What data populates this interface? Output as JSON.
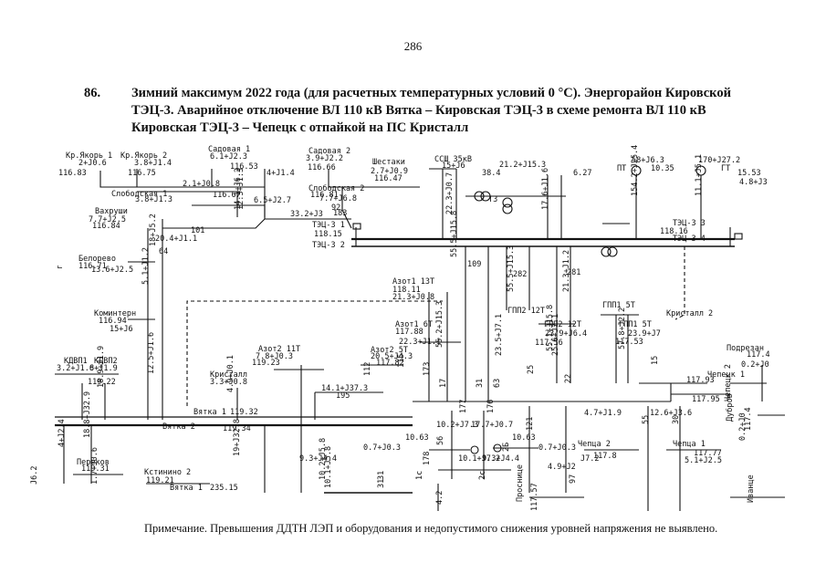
{
  "page_number": "286",
  "heading": {
    "number": "86.",
    "lines": [
      "Зимний максимум 2022 года (для расчетных температурных условий 0 °С). Энергорайон Кировской",
      "ТЭЦ-3. Аварийное отключение ВЛ 110 кВ Вятка – Кировская ТЭЦ-3 в схеме ремонта ВЛ 110 кВ",
      "Кировская ТЭЦ-3 – Чепецк с отпайкой на ПС Кристалл"
    ]
  },
  "note": "Примечание. Превышения ДДТН ЛЭП и оборудования и недопустимого снижения уровней напряжения не выявлено.",
  "diagram": {
    "labels": [
      "Кр.Якорь 1",
      "2+J0.6",
      "116.83",
      "Кр.Якорь 2",
      "3.8+J1.4",
      "116.75",
      "Садовая 1",
      "6.1+J2.3",
      "116.53",
      "Садовая 2",
      "3.9+J2.2",
      "116.66",
      "Шестаки",
      "2.7+J0.9",
      "116.47",
      "4+J1.4",
      "2.1+J0.8",
      "Слободская 1",
      "3.8+J1.3",
      "116.67",
      "Слободская 2",
      "116.81",
      "6.5+J2.7",
      "7.7+J6.8",
      "92",
      "Вахруши",
      "7.7+J2.5",
      "116.84",
      "101",
      "20.4+J1.1",
      "33.2+J3",
      "183",
      "ТЭЦ-3 1",
      "118.15",
      "ТЭЦ-3 2",
      "ССШ 35кВ",
      "15+J6",
      "38.4",
      "Т3",
      "21.2+J15.3",
      "6.27",
      "58+J6.3",
      "ПТ",
      "10.35",
      "170+J27.2",
      "ГТ",
      "15.53",
      "4.8+J3",
      "ТЭЦ-3 3",
      "118.16",
      "ТЭЦ-3 4",
      "Белорево",
      "116.71",
      "13.6+J2.5",
      "64",
      "Азот1 13Т",
      "118.11",
      "21.3+J0.8",
      "109",
      "282",
      "281",
      "ГПП2 12Т",
      "ГПП1 5Т",
      "Коминтерн",
      "116.94",
      "15+J6",
      "Азот1 6Т",
      "117.88",
      "22.3+J1.1",
      "ГПП2 12Т",
      "23.9+J6.4",
      "117.56",
      "ГПП1 5Т",
      "23.9+J7",
      "117.53",
      "Кристалл 2",
      "Азот2 11Т",
      "7.8+J0.3",
      "119.23",
      "Азот2 5Т",
      "20.5+J4.3",
      "117.82",
      "Кристалл",
      "3.3+J0.8",
      "14.1+J37.3",
      "195",
      "КДВП1",
      "КДВП2",
      "3.2+J1.6",
      "8+J1.9",
      "119.22",
      "Вятка 1",
      "119.32",
      "Вятка 2",
      "119.34",
      "Вятка 1",
      "235.15",
      "Переков",
      "119.31",
      "Кстинино 2",
      "119.21",
      "10.63",
      "0.7+J0.3",
      "10.63",
      "0.7+J0.3",
      "Чепца 2",
      "117.8",
      "4.9+J2",
      "Чепца 1",
      "117.77",
      "5.1+J2.5",
      "Подрезан",
      "117.4",
      "0.2+J0",
      "Чепецк 1",
      "117.93",
      "117.95",
      "Чепецк 2",
      "Дубров",
      "117.4",
      "0.2+J0",
      "10.2+J5.8",
      "31",
      "10.1+J5.8",
      "31",
      "1с",
      "2с",
      "2Б",
      "Проснице",
      "117.57",
      "Иванце",
      "1.7+J0.6",
      "J6.2",
      "г",
      "4.2",
      "115",
      "112",
      "173",
      "177",
      "176",
      "178",
      "121",
      "63",
      "56",
      "55",
      "30",
      "97",
      "22",
      "15",
      "17",
      "31",
      "25",
      "4.9+J0.1",
      "14.1+J6.2",
      "22.3+J0.7",
      "55.5+J15.8",
      "55.5+J15.3",
      "21.3+J1.2",
      "55.2+J15.3",
      "23.5+J7.1",
      "55.1+J15.8",
      "25.6+J7.1",
      "57.8+J2.2",
      "154.2+J25.4",
      "11.1+J5.1",
      "17.6+J1.6",
      "12.5+J1.6",
      "12.3+J1.3",
      "18+J5.2",
      "5.1+J1.2",
      "4+J2.4",
      "18.9+J1.9",
      "18.8+J32.9",
      "19+J32.8",
      "9.3+J4.4",
      "10.2+J7.3",
      "10.1+J7.2",
      "9.3+J4.4",
      "17.7+J0.7",
      "4.7+J1.9",
      "12.6+J3.6",
      "J7.2"
    ]
  }
}
